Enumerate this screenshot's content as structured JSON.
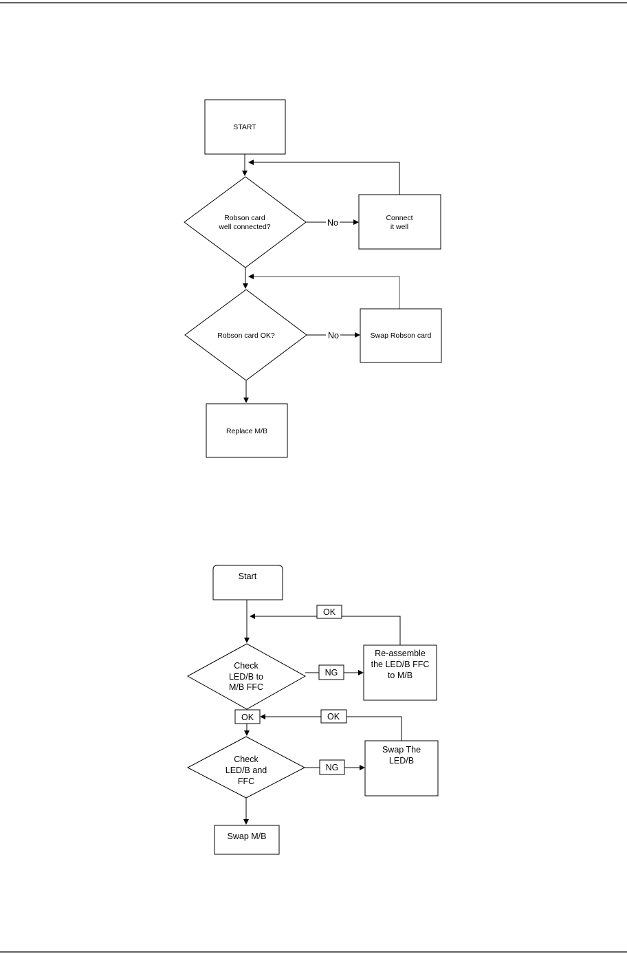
{
  "flowchart_1": {
    "start": "START",
    "decision_connected": [
      "Robson card",
      "well connected?"
    ],
    "action_connect": [
      "Connect",
      "it well"
    ],
    "decision_ok": "Robson card  OK?",
    "action_swap": "Swap Robson card",
    "end": "Replace M/B",
    "no_label": "No"
  },
  "flowchart_2": {
    "start": "Start",
    "decision_led_mb": [
      "Check",
      "LED/B to",
      "M/B FFC"
    ],
    "action_reassemble": [
      "Re-assemble",
      "the LED/B FFC",
      "to M/B"
    ],
    "decision_led_ffc": [
      "Check",
      "LED/B  and",
      "FFC"
    ],
    "action_swap_led": [
      "Swap The",
      "LED/B"
    ],
    "end": "Swap M/B",
    "ng_label": "NG",
    "ok_label": "OK"
  }
}
